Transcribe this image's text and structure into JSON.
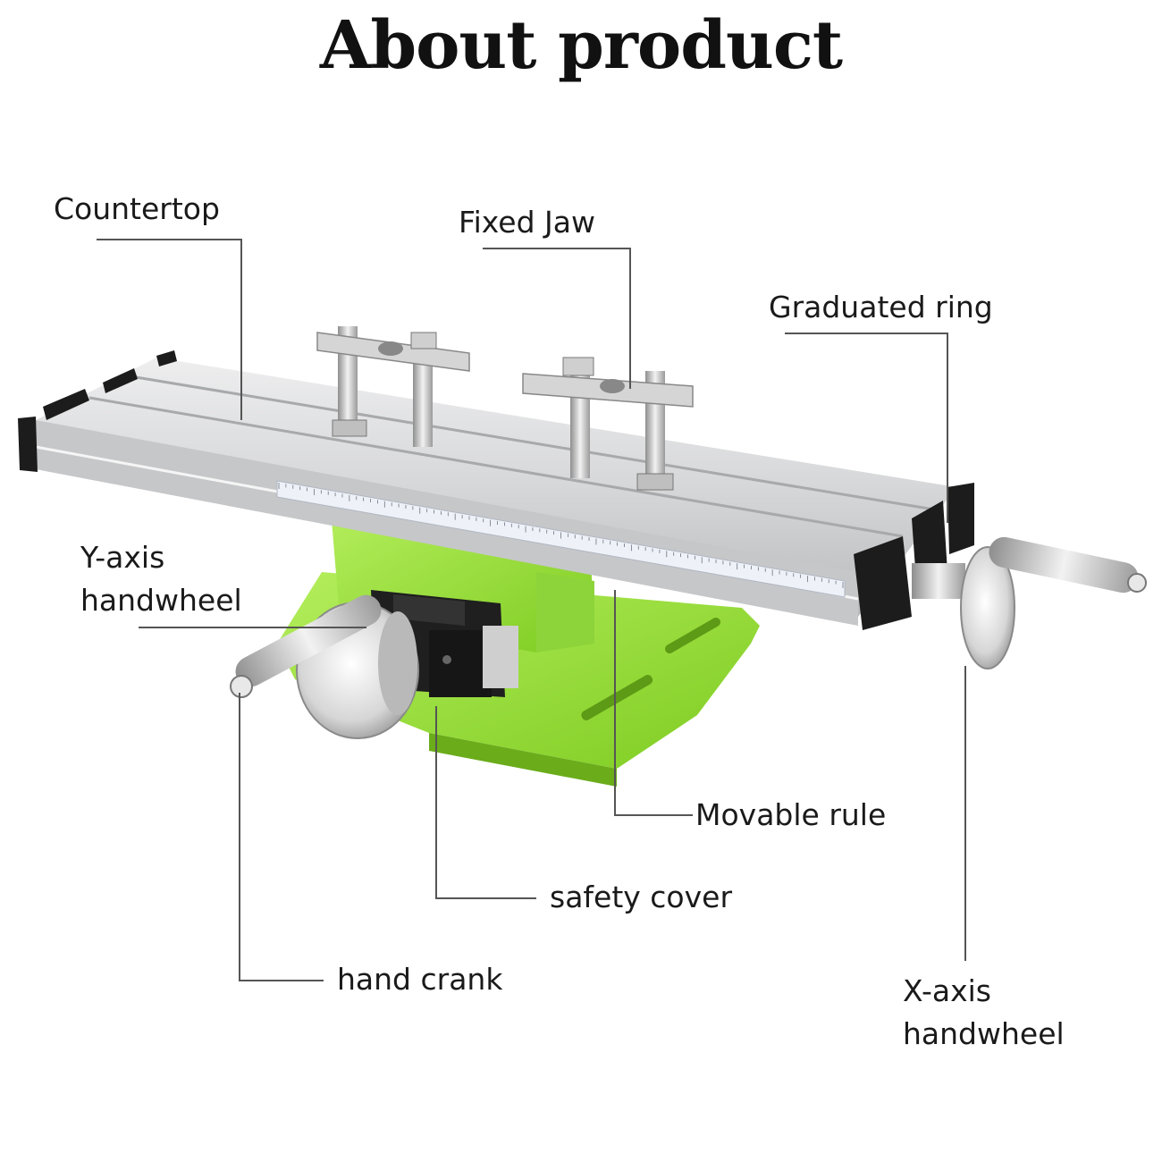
{
  "title": "About product",
  "labels": {
    "countertop": "Countertop",
    "fixed_jaw": "Fixed Jaw",
    "graduated_ring": "Graduated ring",
    "y_axis_handwheel": [
      "Y-axis",
      "handwheel"
    ],
    "movable_rule": "Movable rule",
    "safety_cover": "safety cover",
    "hand_crank": "hand crank",
    "x_axis_handwheel": [
      "X-axis",
      "handwheel"
    ]
  },
  "colors": {
    "aluminum": "#d9dadc",
    "base_green": "#9be03a",
    "dark_parts": "#1c1c1c",
    "steel": "#c8c8c8",
    "leader_lines": "#555555"
  }
}
